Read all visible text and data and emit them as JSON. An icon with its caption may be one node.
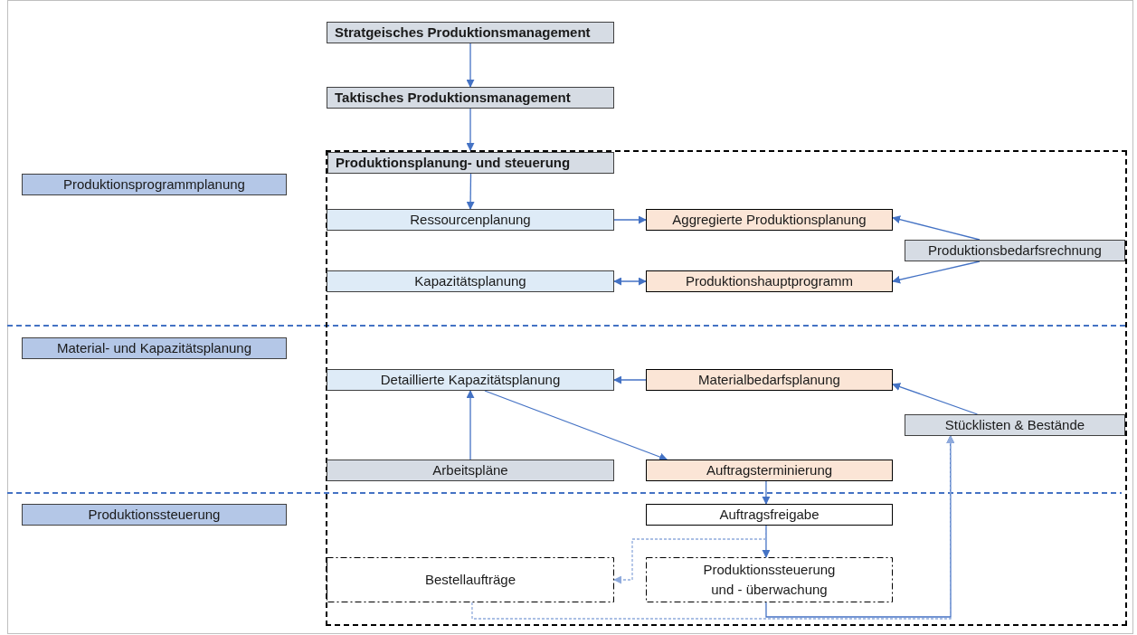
{
  "diagram": {
    "nodes": [
      {
        "text": [
          "Produktionsprogrammplanung"
        ]
      },
      {
        "text": [
          "Material- und Kapazitätsplanung"
        ]
      },
      {
        "text": [
          "Produktionssteuerung"
        ]
      },
      {
        "text": [
          "Stratgeisches Produktionsmanagement"
        ]
      },
      {
        "text": [
          "Taktisches Produktionsmanagement"
        ]
      },
      {
        "text": [],
        "shape": "box"
      },
      {
        "text": [
          "Produktionsplanung- und steuerung"
        ],
        "in": 5
      },
      {
        "text": [
          "Ressourcenplanung"
        ],
        "in": 5
      },
      {
        "text": [
          "Aggregierte Produktionsplanung"
        ],
        "in": 5
      },
      {
        "text": [
          "Produktionsbedarfsrechnung"
        ],
        "in": 5
      },
      {
        "text": [
          "Kapazitätsplanung"
        ],
        "in": 5
      },
      {
        "text": [
          "Produktionshauptprogramm"
        ],
        "in": 5
      },
      {
        "text": [
          "Detaillierte Kapazitätsplanung"
        ],
        "in": 5
      },
      {
        "text": [
          "Materialbedarfsplanung"
        ],
        "in": 5
      },
      {
        "text": [
          "Stücklisten & Bestände"
        ],
        "in": 5
      },
      {
        "text": [
          "Arbeitspläne"
        ],
        "in": 5
      },
      {
        "text": [
          "Auftragsterminierung"
        ],
        "in": 5
      },
      {
        "text": [
          "Auftragsfreigabe"
        ],
        "in": 5
      },
      {
        "text": [
          "Bestellaufträge"
        ],
        "in": 5
      },
      {
        "text": [
          "Produktionssteuerung und - überwachung"
        ],
        "in": 5
      }
    ],
    "edges": [
      {
        "from": 3,
        "to": 4,
        "arrow": "to"
      },
      {
        "from": 4,
        "to": 5,
        "arrow": "to"
      },
      {
        "from": 6,
        "to": 7,
        "arrow": "to"
      },
      {
        "from": 7,
        "to": 8,
        "arrow": "to"
      },
      {
        "from": 10,
        "to": 11,
        "arrow": "both"
      },
      {
        "from": 9,
        "to": 8,
        "arrow": "to"
      },
      {
        "from": 9,
        "to": 11,
        "arrow": "to"
      },
      {
        "from": 13,
        "to": 12,
        "arrow": "to"
      },
      {
        "from": 14,
        "to": 13,
        "arrow": "to"
      },
      {
        "from": 15,
        "to": 12,
        "arrow": "to"
      },
      {
        "from": 12,
        "to": 16,
        "arrow": "to"
      },
      {
        "from": 16,
        "to": 17,
        "arrow": "to"
      },
      {
        "from": 17,
        "to": 19,
        "arrow": "to"
      },
      {
        "from": 17,
        "to": 18,
        "arrow": "to",
        "style": "dashed",
        "color": "#8faadc"
      },
      {
        "from": 19,
        "to": 14,
        "arrow": "to"
      },
      {
        "from": 18,
        "to": 14,
        "arrow": "to",
        "style": "dashed",
        "color": "#8faadc"
      }
    ]
  }
}
